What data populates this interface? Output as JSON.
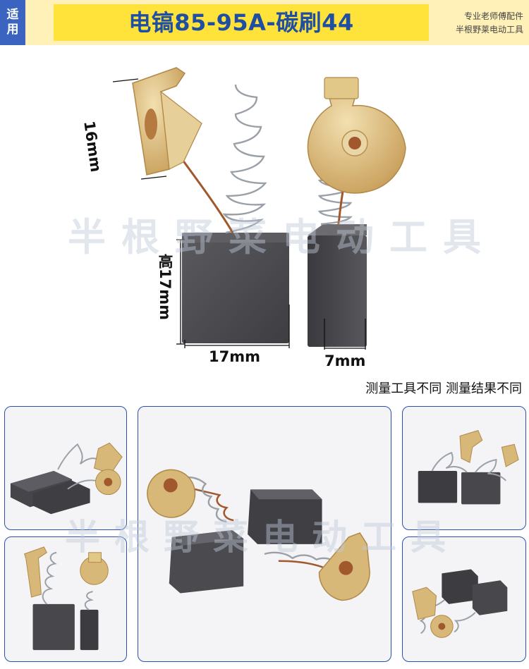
{
  "header": {
    "badge": [
      "适",
      "用"
    ],
    "title": "电镐85-95A-碳刷44",
    "shop_line1": "专业老师傅配件",
    "shop_line2": "半根野莱电动工具"
  },
  "main": {
    "dim_height_label": "16mm",
    "dim_block_height": "高17mm",
    "dim_block_width": "17mm",
    "dim_block_thickness": "7mm",
    "note": "测量工具不同 测量结果不同",
    "watermark": "半根野菜电动工具"
  },
  "thumbnails": {
    "watermark": "半根野菜电动工具"
  },
  "colors": {
    "banner_bg": "#fff1b8",
    "title_bg": "#ffe23a",
    "title_text": "#1f4fa3",
    "badge_bg": "#3a64bf",
    "thumb_border": "#2b50b0",
    "carbon": "#4a4a4e",
    "brass": "#d8b878",
    "copper": "#a0582c"
  }
}
